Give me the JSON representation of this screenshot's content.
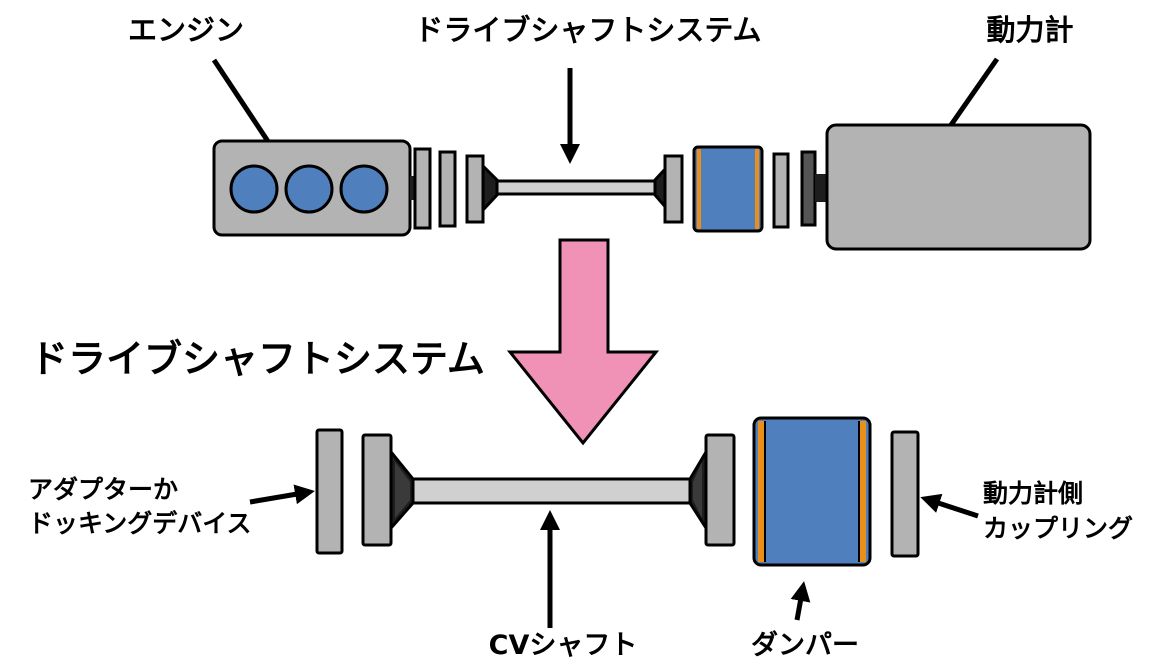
{
  "labels": {
    "engine": "エンジン",
    "drive_shaft_top": "ドライブシャフトシステム",
    "dynamometer": "動力計",
    "drive_shaft_section": "ドライブシャフトシステム",
    "adapter_line1": "アダプターか",
    "adapter_line2": "ドッキングデバイス",
    "cv_shaft": "CVシャフト",
    "damper": "ダンパー",
    "coupling_line1": "動力計側",
    "coupling_line2": "カップリング"
  },
  "colors": {
    "part_gray": "#b3b3b3",
    "shaft_gray": "#d0d0d0",
    "cylinder_blue": "#4f7fbd",
    "damper_blue": "#4f7fbd",
    "damper_edge_orange": "#e8901a",
    "dark_plate": "#555555",
    "cone_dark": "#1e1e1e",
    "expand_arrow_pink": "#f092b6"
  }
}
